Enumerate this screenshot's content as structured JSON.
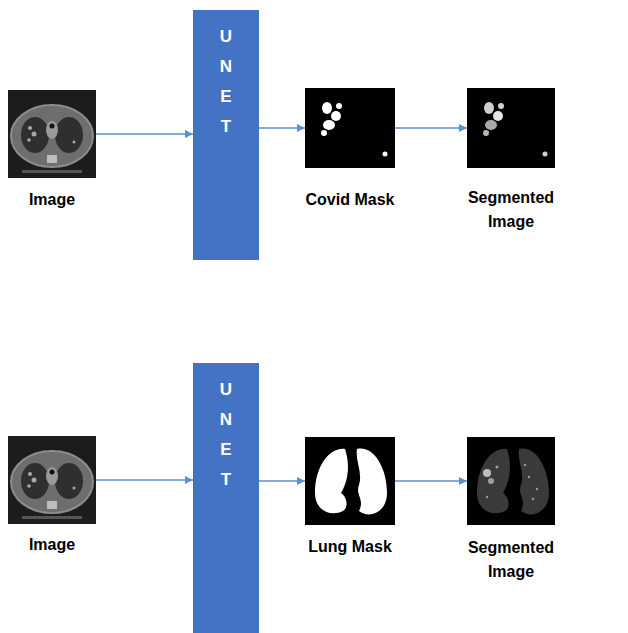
{
  "diagram": {
    "nodes": [
      {
        "text": [
          "Image"
        ]
      },
      {
        "text": [
          "U N E T"
        ]
      },
      {
        "text": [
          "Covid Mask"
        ]
      },
      {
        "text": [
          "Segmented Image"
        ]
      },
      {
        "text": [
          "Image"
        ]
      },
      {
        "text": [
          "U N E T"
        ]
      },
      {
        "text": [
          "Lung Mask"
        ]
      },
      {
        "text": [
          "Segmented Image"
        ]
      }
    ],
    "edges": [
      {
        "from": 0,
        "to": 1,
        "arrow": "to"
      },
      {
        "from": 1,
        "to": 2,
        "arrow": "to"
      },
      {
        "from": 2,
        "to": 3,
        "arrow": "to"
      },
      {
        "from": 4,
        "to": 5,
        "arrow": "to"
      },
      {
        "from": 5,
        "to": 6,
        "arrow": "to"
      },
      {
        "from": 6,
        "to": 7,
        "arrow": "to"
      }
    ]
  }
}
